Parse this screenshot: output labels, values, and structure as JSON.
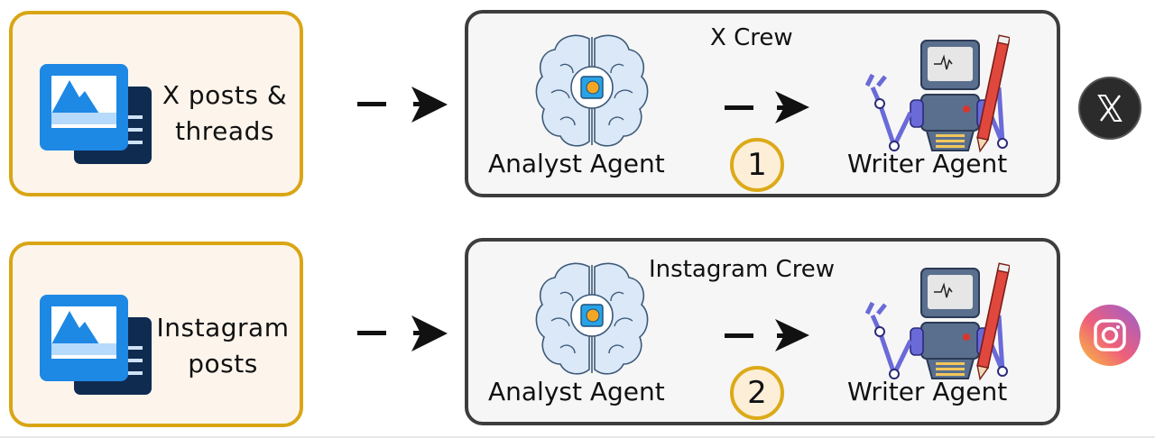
{
  "diagram": {
    "flows": [
      {
        "step": "1",
        "source_label_line1": "X posts &",
        "source_label_line2": "threads",
        "crew_title": "X Crew",
        "analyst_label": "Analyst Agent",
        "writer_label": "Writer Agent",
        "platform_icon": "x-logo-icon",
        "platform_color": "#2b2b2b"
      },
      {
        "step": "2",
        "source_label_line1": "Instagram",
        "source_label_line2": "posts",
        "crew_title": "Instagram Crew",
        "analyst_label": "Analyst Agent",
        "writer_label": "Writer Agent",
        "platform_icon": "instagram-logo-icon",
        "platform_color": "#e1306c"
      }
    ],
    "colors": {
      "source_border": "#d9a514",
      "source_fill": "#fdf5ec",
      "crew_border": "#3d3d3d",
      "crew_fill": "#f6f6f6",
      "badge_border": "#dcaa18",
      "badge_fill": "#fdeed8"
    }
  }
}
